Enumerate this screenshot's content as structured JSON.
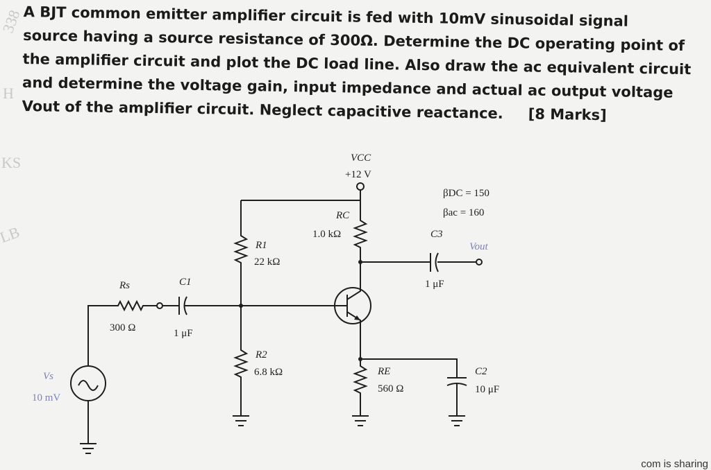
{
  "question": {
    "lines": [
      "A BJT common emitter amplifier circuit is fed with 10mV sinusoidal signal",
      "source having a source resistance of 300Ω. Determine the DC operating point of",
      "the amplifier circuit and plot the DC load line. Also draw the ac equivalent circuit",
      "and determine the voltage gain, input impedance and actual ac output voltage",
      "Vout of the amplifier circuit. Neglect capacitive reactance."
    ],
    "marks": "[8 Marks]"
  },
  "circuit": {
    "vcc_label": "VCC",
    "vcc_value": "+12 V",
    "beta_dc": "βDC = 150",
    "beta_ac": "βac = 160",
    "rc_label": "RC",
    "rc_value": "1.0 kΩ",
    "r1_label": "R1",
    "r1_value": "22 kΩ",
    "r2_label": "R2",
    "r2_value": "6.8 kΩ",
    "re_label": "RE",
    "re_value": "560 Ω",
    "rs_label": "Rs",
    "rs_value": "300 Ω",
    "c1_label": "C1",
    "c1_value": "1 μF",
    "c2_label": "C2",
    "c2_value": "10 μF",
    "c3_label": "C3",
    "c3_value": "1 μF",
    "vout_label": "Vout",
    "vs_label": "Vs",
    "vs_value": "10 mV"
  },
  "watermarks": [
    "338",
    "KS",
    "LB",
    "H"
  ],
  "footer": "com is sharing"
}
